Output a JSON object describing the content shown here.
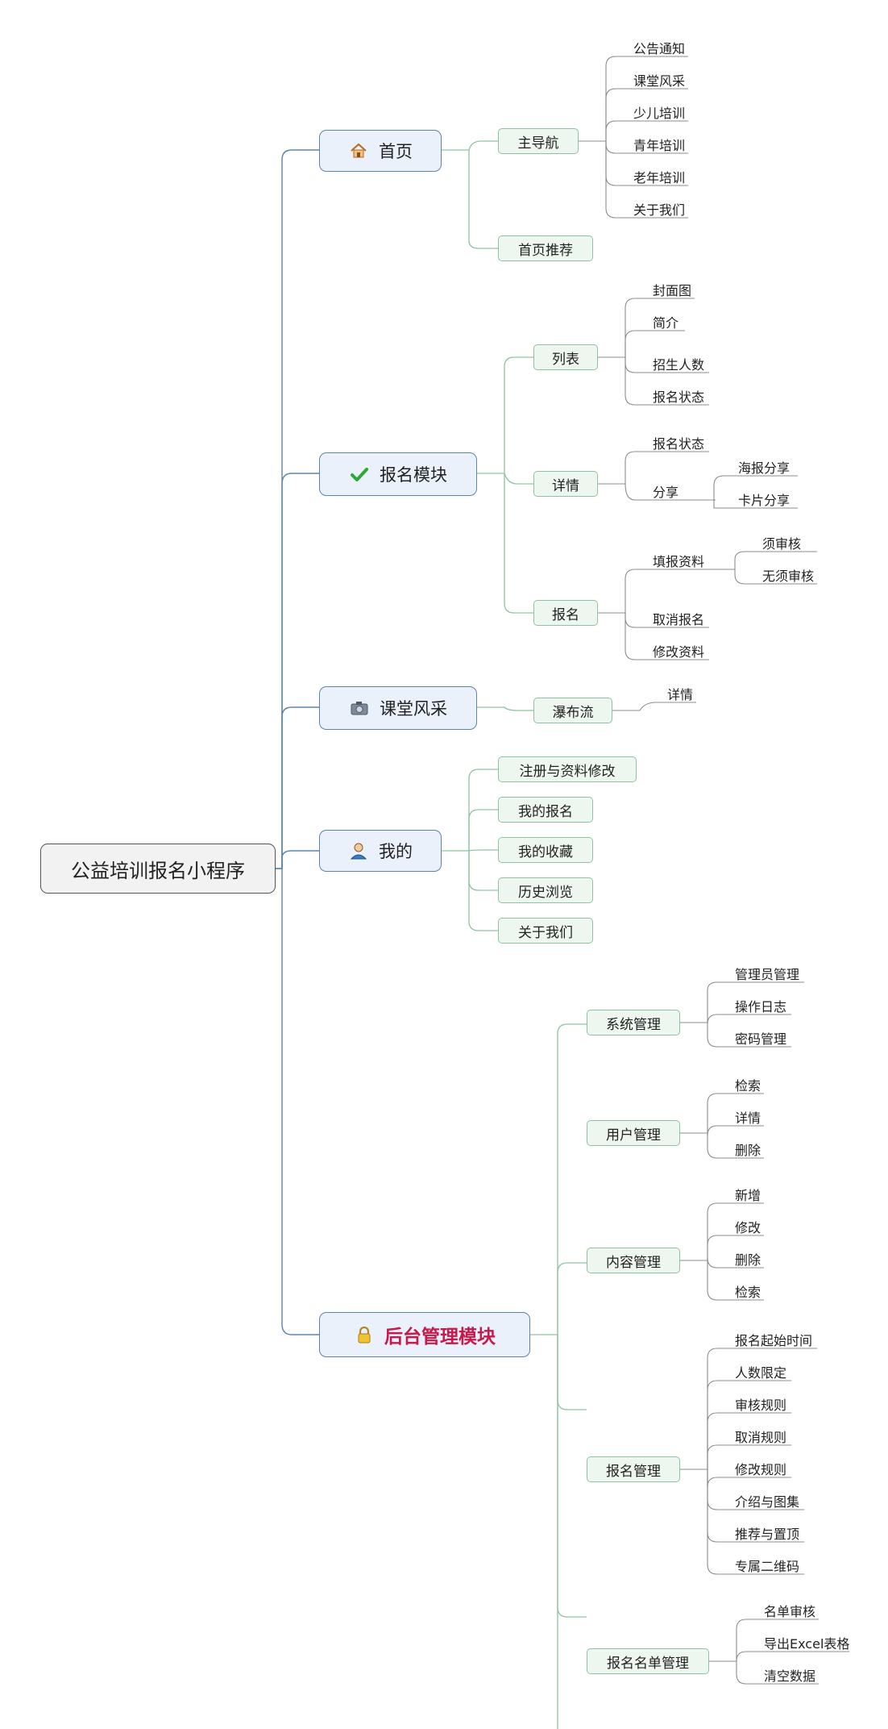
{
  "root": {
    "label": "公益培训报名小程序"
  },
  "modules": [
    {
      "label": "首页",
      "icon": "house-icon"
    },
    {
      "label": "报名模块",
      "icon": "checkmark-icon"
    },
    {
      "label": "课堂风采",
      "icon": "camera-icon"
    },
    {
      "label": "我的",
      "icon": "user-icon"
    },
    {
      "label": "后台管理模块",
      "icon": "lock-icon"
    }
  ],
  "home": {
    "main_nav": {
      "label": "主导航",
      "items": [
        "公告通知",
        "课堂风采",
        "少儿培训",
        "青年培训",
        "老年培训",
        "关于我们"
      ]
    },
    "recommend": {
      "label": "首页推荐"
    }
  },
  "signup": {
    "list": {
      "label": "列表",
      "items": [
        "封面图",
        "简介",
        "招生人数",
        "报名状态"
      ]
    },
    "detail": {
      "label": "详情",
      "status": "报名状态",
      "share": {
        "label": "分享",
        "items": [
          "海报分享",
          "卡片分享"
        ]
      }
    },
    "apply": {
      "label": "报名",
      "fill": {
        "label": "填报资料",
        "items": [
          "须审核",
          "无须审核"
        ]
      },
      "cancel": "取消报名",
      "modify": "修改资料"
    }
  },
  "gallery": {
    "waterfall": {
      "label": "瀑布流",
      "detail": "详情"
    }
  },
  "mine": {
    "items": [
      "注册与资料修改",
      "我的报名",
      "我的收藏",
      "历史浏览",
      "关于我们"
    ]
  },
  "admin": {
    "system": {
      "label": "系统管理",
      "items": [
        "管理员管理",
        "操作日志",
        "密码管理"
      ]
    },
    "user": {
      "label": "用户管理",
      "items": [
        "检索",
        "详情",
        "删除"
      ]
    },
    "content": {
      "label": "内容管理",
      "items": [
        "新增",
        "修改",
        "删除",
        "检索"
      ]
    },
    "signup": {
      "label": "报名管理",
      "items": [
        "报名起始时间",
        "人数限定",
        "审核规则",
        "取消规则",
        "修改规则",
        "介绍与图集",
        "推荐与置顶",
        "专属二维码"
      ]
    },
    "roster": {
      "label": "报名名单管理",
      "items": [
        "名单审核",
        "导出Excel表格",
        "清空数据"
      ]
    }
  },
  "colors": {
    "root_edge": "#5b85ad",
    "branch_edge": "#8fc3a0",
    "leaf_edge": "#8c8c8c",
    "admin_title": "#c8194b"
  }
}
